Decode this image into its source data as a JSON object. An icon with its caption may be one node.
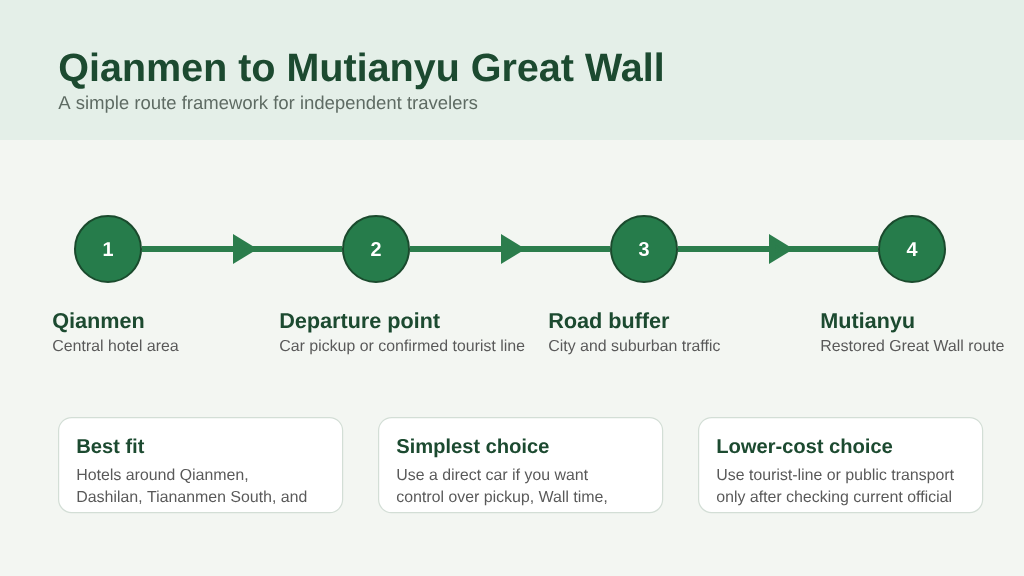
{
  "diagram": {
    "title": "Qianmen to Mutianyu Great Wall",
    "nodes": [
      {
        "text": [
          "1"
        ],
        "beside": [
          "Qianmen",
          "Central hotel area"
        ]
      },
      {
        "text": [
          "2"
        ],
        "beside": [
          "Departure point",
          "Car pickup or confirmed tourist line"
        ]
      },
      {
        "text": [
          "3"
        ],
        "beside": [
          "Road buffer",
          "City and suburban traffic"
        ]
      },
      {
        "text": [
          "4"
        ],
        "beside": [
          "Mutianyu",
          "Restored Great Wall route"
        ]
      },
      {
        "text": [
          "Best fit",
          "Hotels around Qianmen, Dashilan, Tiananmen South, and"
        ]
      },
      {
        "text": [
          "Simplest choice",
          "Use a direct car if you want control over pickup, Wall time,"
        ]
      },
      {
        "text": [
          "Lower-cost choice",
          "Use tourist-line or public transport only after checking current official"
        ]
      }
    ],
    "edges": [
      {
        "from": 0,
        "to": 1,
        "arrow": "to"
      },
      {
        "from": 1,
        "to": 2,
        "arrow": "to"
      },
      {
        "from": 2,
        "to": 3,
        "arrow": "to"
      }
    ],
    "labels": [
      "A simple route framework for independent travelers"
    ]
  }
}
